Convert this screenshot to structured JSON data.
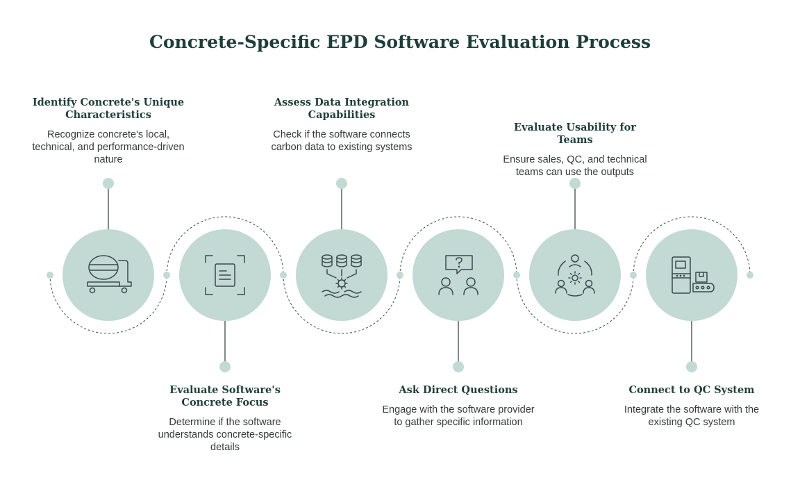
{
  "title": "Concrete-Specific EPD Software Evaluation Process",
  "colors": {
    "circle": "#c2d9d4",
    "icon_stroke": "#3a4a48",
    "line": "#3a4a48",
    "heading": "#1f3e3a",
    "dot": "#c2d9d4"
  },
  "steps": [
    {
      "title": "Identify Concrete's Unique Characteristics",
      "description": "Recognize concrete's local, technical, and performance-driven nature",
      "icon": "cement-mixer-icon"
    },
    {
      "title": "Evaluate Software's Concrete Focus",
      "description": "Determine if the software understands concrete-specific details",
      "icon": "document-scan-icon"
    },
    {
      "title": "Assess Data Integration Capabilities",
      "description": "Check if the software connects carbon data to existing systems",
      "icon": "data-integration-icon"
    },
    {
      "title": "Ask Direct Questions",
      "description": "Engage with the software provider to gather specific information",
      "icon": "people-question-icon"
    },
    {
      "title": "Evaluate Usability for Teams",
      "description": "Ensure sales, QC, and technical teams can use the outputs",
      "icon": "team-gear-icon"
    },
    {
      "title": "Connect to QC System",
      "description": "Integrate the software with the existing QC system",
      "icon": "machine-conveyor-icon"
    }
  ]
}
